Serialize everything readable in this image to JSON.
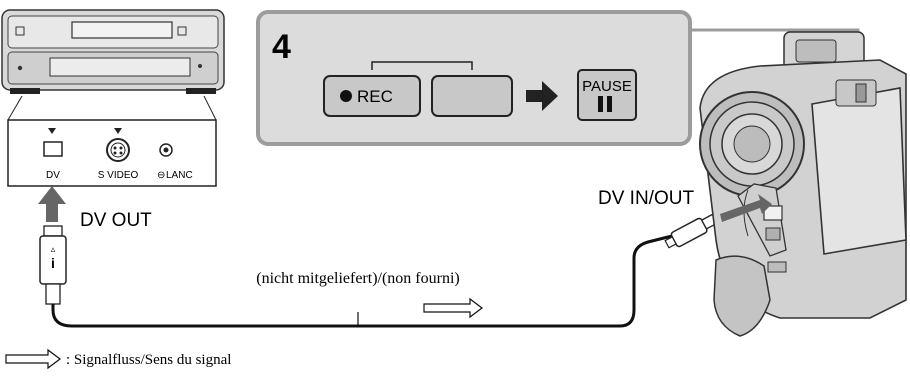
{
  "step": {
    "number": "4",
    "rec_label": "REC",
    "pause_label": "PAUSE"
  },
  "vcr_panel": {
    "dv_label": "DV",
    "svideo_label": "S VIDEO",
    "lanc_label": "LANC"
  },
  "labels": {
    "dv_out": "DV OUT",
    "dv_in_out": "DV IN/OUT",
    "cable_note": "(nicht mitgeliefert)/(non fourni)"
  },
  "legend": {
    "text": ": Signalfluss/Sens du signal"
  },
  "colors": {
    "panel_gray": "#d6d6d6",
    "box_border": "#9a9a9a",
    "dark": "#222222"
  }
}
